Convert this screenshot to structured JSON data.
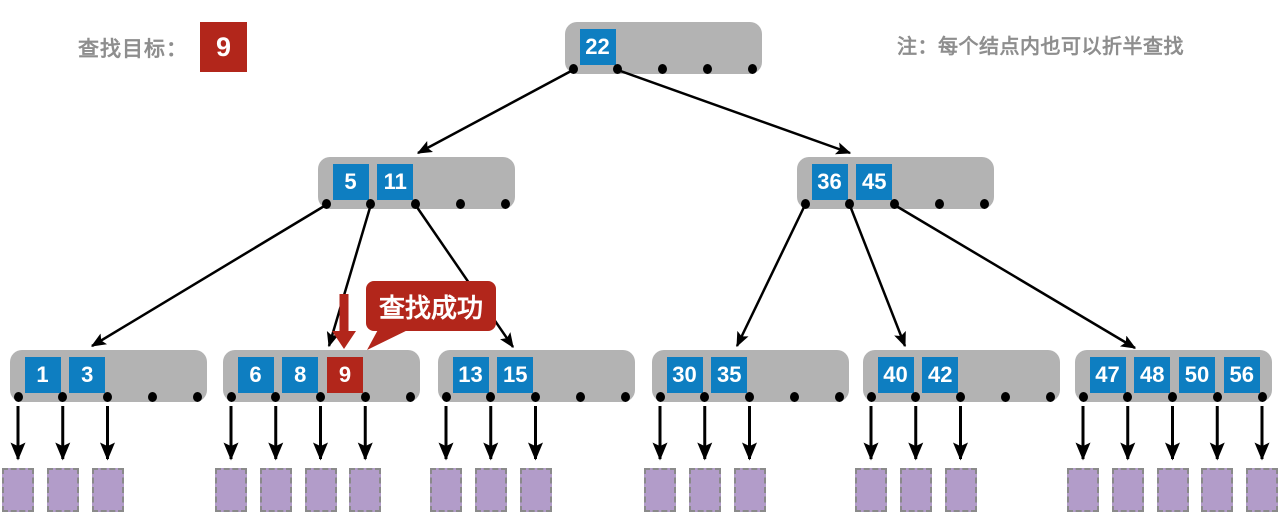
{
  "header": {
    "search_target_label": "查找目标：",
    "search_target_value": "9",
    "note": "注：每个结点内也可以折半查找"
  },
  "callout": {
    "text": "查找成功"
  },
  "colors": {
    "node_bg": "#b3b3b3",
    "key_bg": "#0e7ec1",
    "highlight_red": "#b2261b",
    "record_fill": "#b29cc9",
    "record_border": "#8a8a8a",
    "label_gray": "#8e8e8e",
    "arrow": "#000000"
  },
  "tree": {
    "type": "b-tree-search",
    "nodes": [
      {
        "id": "root",
        "keys": [
          "22"
        ],
        "records": 0
      },
      {
        "id": "L",
        "keys": [
          "5",
          "11"
        ],
        "records": 0
      },
      {
        "id": "R",
        "keys": [
          "36",
          "45"
        ],
        "records": 0
      },
      {
        "id": "leaf1",
        "keys": [
          "1",
          "3"
        ],
        "records": 3
      },
      {
        "id": "leaf2",
        "keys": [
          "6",
          "8",
          "9"
        ],
        "highlight": 2,
        "records": 4
      },
      {
        "id": "leaf3",
        "keys": [
          "13",
          "15"
        ],
        "records": 3
      },
      {
        "id": "leaf4",
        "keys": [
          "30",
          "35"
        ],
        "records": 3
      },
      {
        "id": "leaf5",
        "keys": [
          "40",
          "42"
        ],
        "records": 3
      },
      {
        "id": "leaf6",
        "keys": [
          "47",
          "48",
          "50",
          "56"
        ],
        "records": 5
      }
    ],
    "edges": [
      {
        "from": "root",
        "slot": 0,
        "to": "L"
      },
      {
        "from": "root",
        "slot": 1,
        "to": "R"
      },
      {
        "from": "L",
        "slot": 0,
        "to": "leaf1"
      },
      {
        "from": "L",
        "slot": 1,
        "to": "leaf2"
      },
      {
        "from": "L",
        "slot": 2,
        "to": "leaf3"
      },
      {
        "from": "R",
        "slot": 0,
        "to": "leaf4"
      },
      {
        "from": "R",
        "slot": 1,
        "to": "leaf5"
      },
      {
        "from": "R",
        "slot": 2,
        "to": "leaf6"
      }
    ],
    "found_key": "9"
  }
}
